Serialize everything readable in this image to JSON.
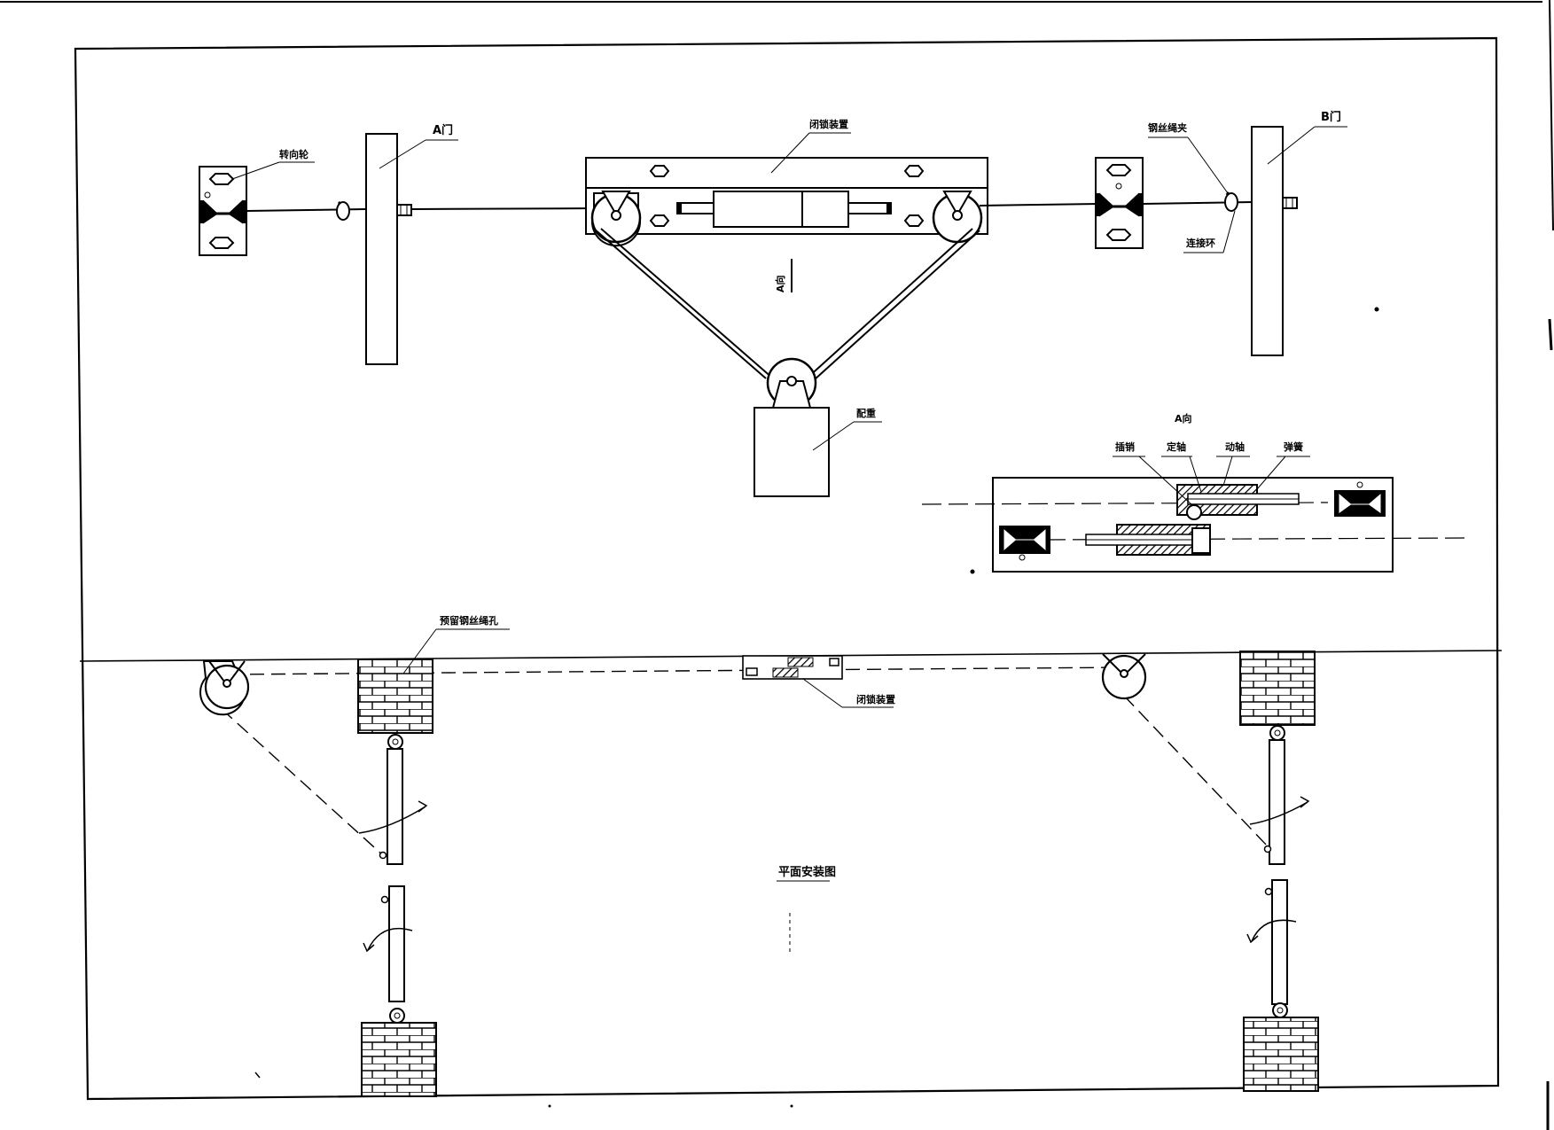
{
  "labels": {
    "door_a": "A门",
    "door_b": "B门",
    "interlock_device": "闭锁装置",
    "steering_wheel": "转向轮",
    "wire_rope_clip": "钢丝绳夹",
    "connecting_ring": "连接环",
    "counterweight": "配重",
    "view_a_marker": "A向",
    "view_a_title": "A向",
    "pin": "插销",
    "fixed_shaft": "定轴",
    "moving_shaft": "动轴",
    "spring": "弹簧",
    "reserved_hole": "预留钢丝绳孔",
    "interlock_device_plan": "闭锁装置",
    "plan_title": "平面安装图"
  }
}
